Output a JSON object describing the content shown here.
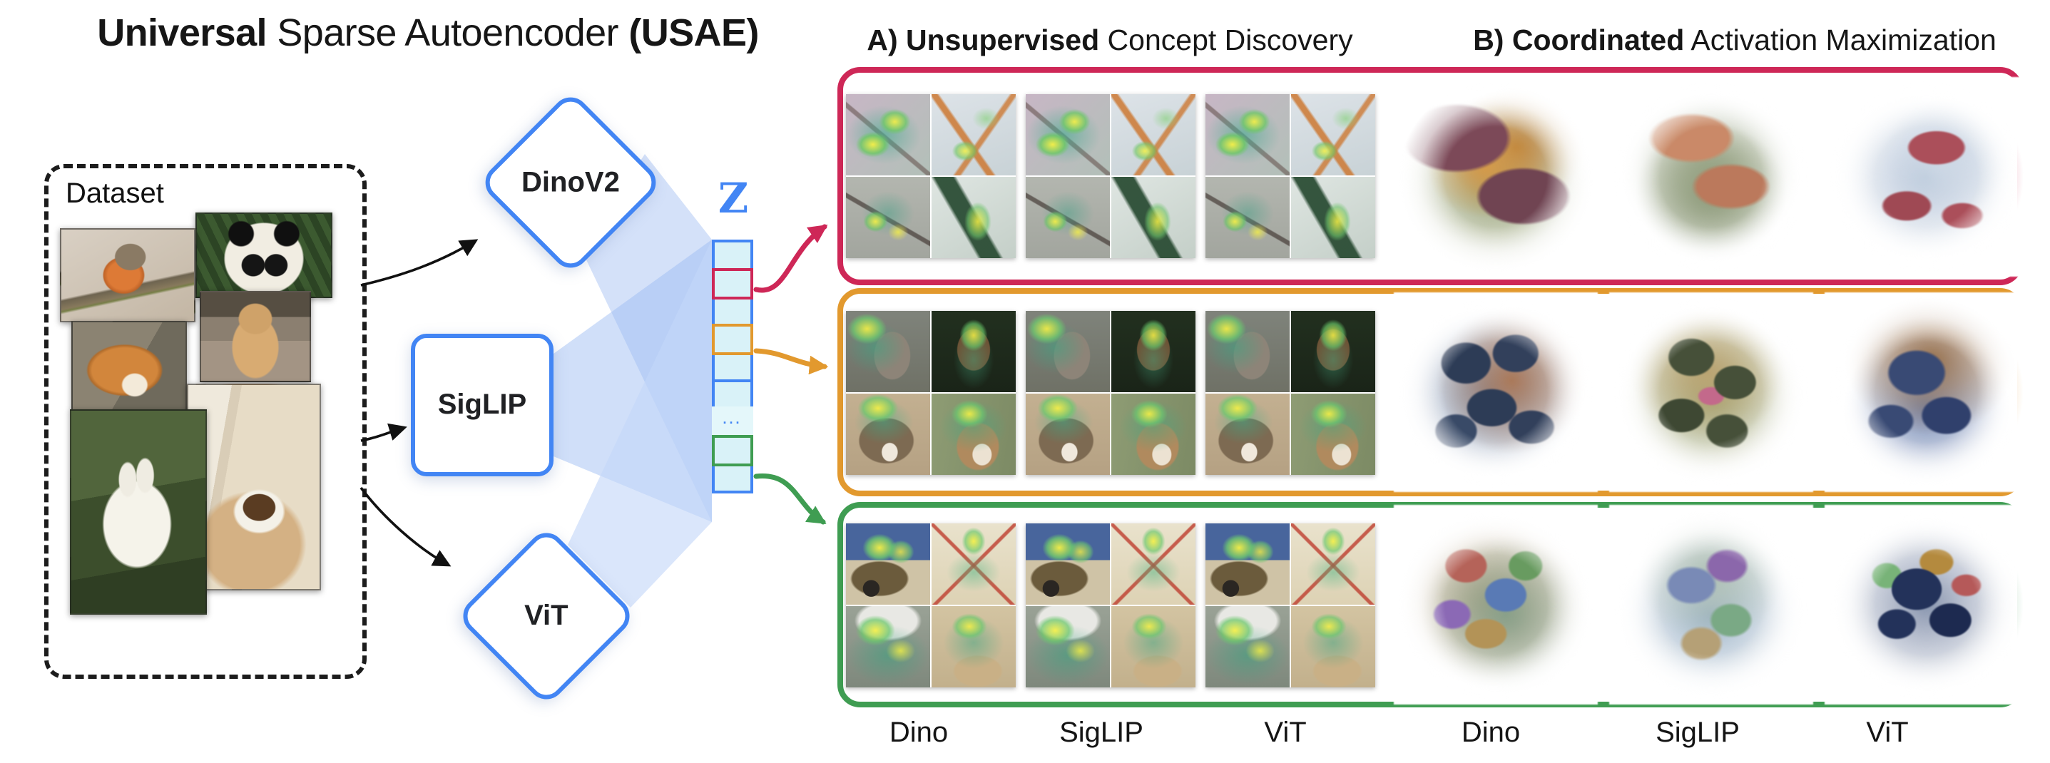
{
  "title": {
    "part1_bold": "Universal",
    "part2": " Sparse Autoencoder ",
    "part3_bold": "(USAE)"
  },
  "section_headers": {
    "a_bold": "A) Unsupervised",
    "a_rest": " Concept Discovery",
    "b_bold": "B) Coordinated",
    "b_rest": " Activation Maximization"
  },
  "dataset": {
    "label": "Dataset",
    "photos": [
      "robin",
      "panda",
      "puppy",
      "cat",
      "rabbit",
      "tea-cup"
    ]
  },
  "encoders": [
    {
      "label": "DinoV2",
      "shape": "diamond"
    },
    {
      "label": "SigLIP",
      "shape": "square"
    },
    {
      "label": "ViT",
      "shape": "diamond"
    }
  ],
  "latent": {
    "symbol": "Z",
    "ellipsis": "...",
    "cells": [
      "plain",
      "concept-red",
      "plain",
      "concept-orange",
      "plain",
      "plain",
      "ellipsis",
      "concept-green",
      "plain"
    ]
  },
  "concept_rows": [
    {
      "name": "snake-concept",
      "color": "#ce2757",
      "panels": [
        "dino",
        "siglip",
        "vit"
      ],
      "viz": [
        "dino",
        "siglip",
        "vit"
      ]
    },
    {
      "name": "mammal-concept",
      "color": "#e2992e",
      "panels": [
        "dino",
        "siglip",
        "vit"
      ],
      "viz": [
        "dino",
        "siglip",
        "vit"
      ]
    },
    {
      "name": "crowd-concept",
      "color": "#3f9d52",
      "panels": [
        "dino",
        "siglip",
        "vit"
      ],
      "viz": [
        "dino",
        "siglip",
        "vit"
      ]
    }
  ],
  "footer_labels": [
    "Dino",
    "SigLIP",
    "ViT",
    "Dino",
    "SigLIP",
    "ViT"
  ],
  "colors": {
    "blue": "#4285f4",
    "cellfill": "#d9f2f8",
    "red": "#ce2757",
    "orange": "#e2992e",
    "green": "#3f9d52",
    "ink": "#161616"
  }
}
